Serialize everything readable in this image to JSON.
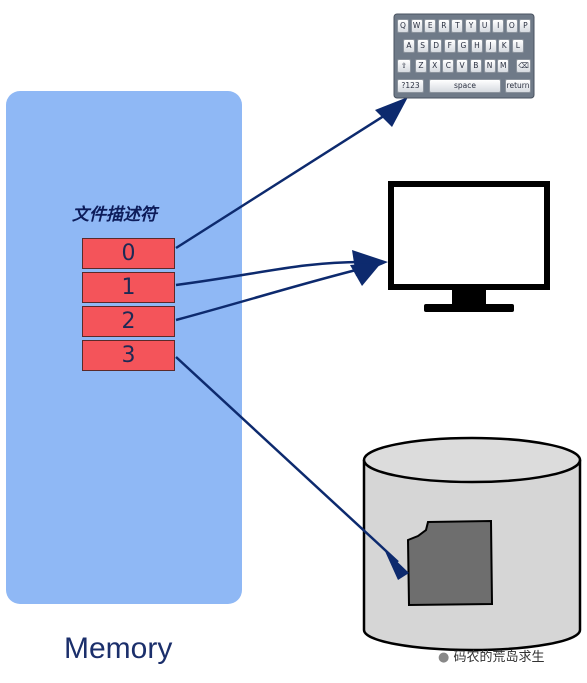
{
  "memory": {
    "label": "Memory"
  },
  "fd_table": {
    "title": "文件描述符",
    "entries": [
      "0",
      "1",
      "2",
      "3"
    ]
  },
  "keyboard": {
    "row1": [
      "Q",
      "W",
      "E",
      "R",
      "T",
      "Y",
      "U",
      "I",
      "O",
      "P"
    ],
    "row2": [
      "A",
      "S",
      "D",
      "F",
      "G",
      "H",
      "J",
      "K",
      "L"
    ],
    "row3": [
      "Z",
      "X",
      "C",
      "V",
      "B",
      "N",
      "M"
    ],
    "numbers_key": "?123",
    "space_key": "space",
    "return_key": "return"
  },
  "watermark": {
    "text": "码农的荒岛求生"
  },
  "colors": {
    "memory_fill": "#8fb8f5",
    "fd_fill": "#f4545a",
    "arrow": "#0d2a6e",
    "disk_fill": "#d6d6d6",
    "file_fill": "#6e6e6e"
  }
}
